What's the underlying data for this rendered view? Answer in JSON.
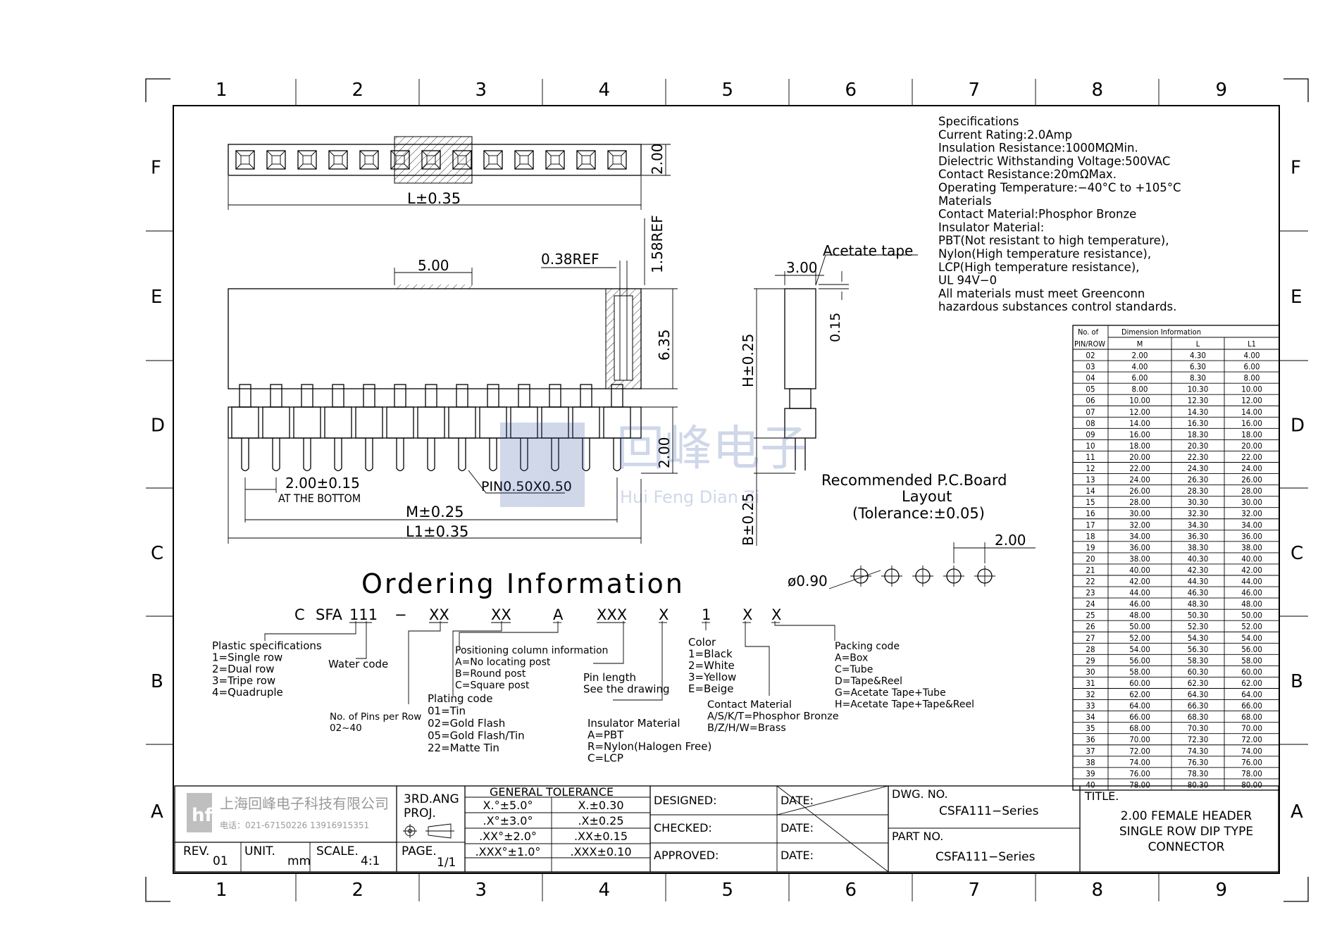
{
  "grid": {
    "columns": [
      "1",
      "2",
      "3",
      "4",
      "5",
      "6",
      "7",
      "8",
      "9"
    ],
    "rows": [
      "F",
      "E",
      "D",
      "C",
      "B",
      "A"
    ]
  },
  "specifications": {
    "lines": [
      "Specifications",
      "Current Rating:2.0Amp",
      "Insulation  Resistance:1000MΩMin.",
      "Dielectric  Withstanding  Voltage:500VAC",
      "Contact  Resistance:20mΩMax.",
      "Operating  Temperature:−40°C  to  +105°C",
      "Materials",
      "Contact  Material:Phosphor  Bronze",
      "Insulator  Material:",
      "PBT(Not  resistant  to  high  temperature),",
      "Nylon(High  temperature  resistance),",
      "LCP(High  temperature  resistance),",
      "UL  94V−0",
      "All  materials  must  meet  Greenconn",
      "hazardous  substances  control  standards."
    ]
  },
  "dimensions": {
    "top_length": "L±0.35",
    "top_height": "2.00",
    "pitch_top": "5.00",
    "ref_038": "0.38REF",
    "ref_158": "1.58REF",
    "height_635": "6.35",
    "tail_200": "2.00",
    "pitch_bottom": "2.00±0.15",
    "at_bottom": "AT THE BOTTOM",
    "pin_size": "PIN0.50X0.50",
    "m_dim": "M±0.25",
    "l1_dim": "L1±0.35",
    "side_width": "3.00",
    "acetate": "Acetate  tape",
    "side_015": "0.15",
    "side_h": "H±0.25",
    "side_b": "B±0.25",
    "pcb_title_1": "Recommended  P.C.Board",
    "pcb_title_2": "Layout",
    "pcb_title_3": "(Tolerance:±0.05)",
    "pcb_pitch": "2.00",
    "pcb_hole": "ø0.90"
  },
  "watermark": {
    "cn": "回峰电子",
    "en": "Hui Feng Dian Zi"
  },
  "ordering": {
    "title": "Ordering  Information",
    "code_parts": [
      "C",
      "SFA",
      "111",
      "−",
      "XX",
      "XX",
      "A",
      "XXX",
      "X",
      "1",
      "X",
      "X"
    ],
    "plastic": [
      "Plastic  specifications",
      "1=Single  row",
      "2=Dual  row",
      "3=Tripe  row",
      "4=Quadruple"
    ],
    "water": "Water  code",
    "pins": [
      "No.  of  Pins  per  Row",
      "02~40"
    ],
    "plating": [
      "Plating  code",
      "01=Tin",
      "02=Gold  Flash",
      "05=Gold  Flash/Tin",
      "22=Matte  Tin"
    ],
    "positioning": [
      "Positioning  column  information",
      "A=No  locating  post",
      "B=Round  post",
      "C=Square  post"
    ],
    "pinlen": [
      "Pin  length",
      "See  the  drawing"
    ],
    "insulator": [
      "Insulator  Material",
      "A=PBT",
      "R=Nylon(Halogen  Free)",
      "C=LCP"
    ],
    "color": [
      "Color",
      "1=Black",
      "2=White",
      "3=Yellow",
      "E=Beige"
    ],
    "contact": [
      "Contact  Material",
      "A/S/K/T=Phosphor  Bronze",
      "B/Z/H/W=Brass"
    ],
    "packing": [
      "Packing  code",
      "A=Box",
      "C=Tube",
      "D=Tape&Reel",
      "G=Acetate  Tape+Tube",
      "H=Acetate  Tape+Tape&Reel"
    ]
  },
  "dim_table": {
    "header_no": [
      "No.  of",
      "PIN/ROW"
    ],
    "header_info": "Dimension  Information",
    "cols": [
      "M",
      "L",
      "L1"
    ],
    "rows": [
      [
        "02",
        "2.00",
        "4.30",
        "4.00"
      ],
      [
        "03",
        "4.00",
        "6.30",
        "6.00"
      ],
      [
        "04",
        "6.00",
        "8.30",
        "8.00"
      ],
      [
        "05",
        "8.00",
        "10.30",
        "10.00"
      ],
      [
        "06",
        "10.00",
        "12.30",
        "12.00"
      ],
      [
        "07",
        "12.00",
        "14.30",
        "14.00"
      ],
      [
        "08",
        "14.00",
        "16.30",
        "16.00"
      ],
      [
        "09",
        "16.00",
        "18.30",
        "18.00"
      ],
      [
        "10",
        "18.00",
        "20.30",
        "20.00"
      ],
      [
        "11",
        "20.00",
        "22.30",
        "22.00"
      ],
      [
        "12",
        "22.00",
        "24.30",
        "24.00"
      ],
      [
        "13",
        "24.00",
        "26.30",
        "26.00"
      ],
      [
        "14",
        "26.00",
        "28.30",
        "28.00"
      ],
      [
        "15",
        "28.00",
        "30.30",
        "30.00"
      ],
      [
        "16",
        "30.00",
        "32.30",
        "32.00"
      ],
      [
        "17",
        "32.00",
        "34.30",
        "34.00"
      ],
      [
        "18",
        "34.00",
        "36.30",
        "36.00"
      ],
      [
        "19",
        "36.00",
        "38.30",
        "38.00"
      ],
      [
        "20",
        "38.00",
        "40.30",
        "40.00"
      ],
      [
        "21",
        "40.00",
        "42.30",
        "42.00"
      ],
      [
        "22",
        "42.00",
        "44.30",
        "44.00"
      ],
      [
        "23",
        "44.00",
        "46.30",
        "46.00"
      ],
      [
        "24",
        "46.00",
        "48.30",
        "48.00"
      ],
      [
        "25",
        "48.00",
        "50.30",
        "50.00"
      ],
      [
        "26",
        "50.00",
        "52.30",
        "52.00"
      ],
      [
        "27",
        "52.00",
        "54.30",
        "54.00"
      ],
      [
        "28",
        "54.00",
        "56.30",
        "56.00"
      ],
      [
        "29",
        "56.00",
        "58.30",
        "58.00"
      ],
      [
        "30",
        "58.00",
        "60.30",
        "60.00"
      ],
      [
        "31",
        "60.00",
        "62.30",
        "62.00"
      ],
      [
        "32",
        "62.00",
        "64.30",
        "64.00"
      ],
      [
        "33",
        "64.00",
        "66.30",
        "66.00"
      ],
      [
        "34",
        "66.00",
        "68.30",
        "68.00"
      ],
      [
        "35",
        "68.00",
        "70.30",
        "70.00"
      ],
      [
        "36",
        "70.00",
        "72.30",
        "72.00"
      ],
      [
        "37",
        "72.00",
        "74.30",
        "74.00"
      ],
      [
        "38",
        "74.00",
        "76.30",
        "76.00"
      ],
      [
        "39",
        "76.00",
        "78.30",
        "78.00"
      ],
      [
        "40",
        "78.00",
        "80.30",
        "80.00"
      ]
    ]
  },
  "title_block": {
    "company_cn": "上海回峰电子科技有限公司",
    "phone": "电话：021-67150226  13916915351",
    "projection_1": "3RD.ANG",
    "projection_2": "PROJ.",
    "tol_title": "GENERAL  TOLERANCE",
    "tol_rows": [
      [
        "X.°±5.0°",
        "X.±0.30"
      ],
      [
        ".X°±3.0°",
        ".X±0.25"
      ],
      [
        ".XX°±2.0°",
        ".XX±0.15"
      ],
      [
        ".XXX°±1.0°",
        ".XXX±0.10"
      ]
    ],
    "designed": "DESIGNED:",
    "checked": "CHECKED:",
    "approved": "APPROVED:",
    "date": "DATE:",
    "dwg_no_label": "DWG.  NO.",
    "dwg_no": "CSFA111−Series",
    "part_no_label": "PART  NO.",
    "part_no": "CSFA111−Series",
    "title_label": "TITLE.",
    "title_lines": [
      "2.00  FEMALE  HEADER",
      "SINGLE  ROW  DIP  TYPE",
      "CONNECTOR"
    ],
    "rev_label": "REV.",
    "rev": "01",
    "unit_label": "UNIT.",
    "unit": "mm",
    "scale_label": "SCALE.",
    "scale": "4:1",
    "page_label": "PAGE.",
    "page": "1/1"
  }
}
